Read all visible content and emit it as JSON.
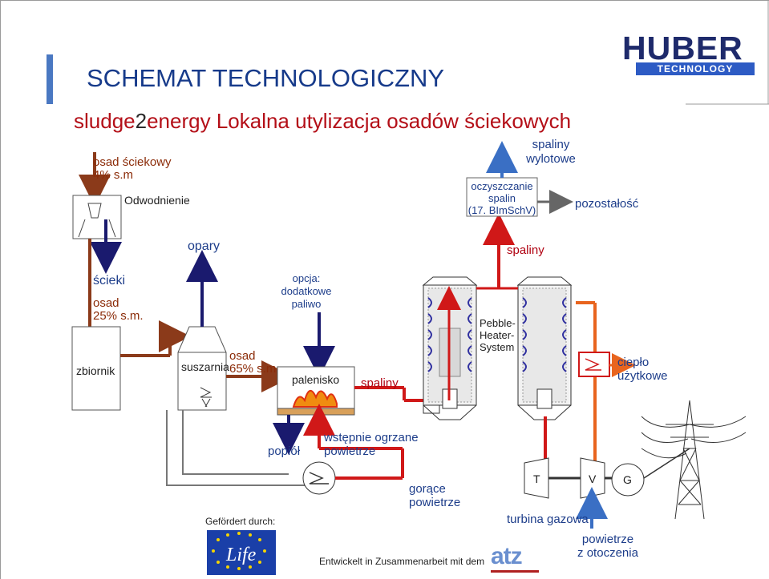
{
  "header": {
    "title": "SCHEMAT TECHNOLOGICZNY",
    "subtitle_prefix": "sludge",
    "subtitle_num": "2",
    "subtitle_rest": "energy Lokalna utylizacja osadów ściekowych"
  },
  "logo": {
    "name": "HUBER",
    "tagline": "TECHNOLOGY"
  },
  "labels": {
    "osad_sciekowy_1": "osad ściekowy",
    "osad_sciekowy_2": "4% s.m",
    "odwodnienie": "Odwodnienie",
    "opary": "opary",
    "scieki": "ścieki",
    "osad25_1": "osad",
    "osad25_2": "25% s.m.",
    "zbiornik": "zbiornik",
    "suszarnia": "suszarnia",
    "osad65_1": "osad",
    "osad65_2": "65% s.m",
    "opcja_1": "opcja:",
    "opcja_2": "dodatkowe",
    "opcja_3": "paliwo",
    "palenisko": "palenisko",
    "spaliny_low": "spaliny",
    "spaliny_top": "spaliny",
    "spaliny_wylotowe_1": "spaliny",
    "spaliny_wylotowe_2": "wylotowe",
    "oczyszczanie_1": "oczyszczanie",
    "oczyszczanie_2": "spalin",
    "oczyszczanie_3": "(17. BImSchV)",
    "pozostalosc": "pozostałość",
    "pebble_1": "Pebble-",
    "pebble_2": "Heater-",
    "pebble_3": "System",
    "cieplo_1": "ciepło",
    "cieplo_2": "użytkowe",
    "popiol": "popiół",
    "wstepnie_1": "wstępnie ogrzane",
    "wstepnie_2": "powietrze",
    "gorace_1": "gorące",
    "gorace_2": "powietrze",
    "turbina_T": "T",
    "turbina_V": "V",
    "generator_G": "G",
    "turbina_gazowa": "turbina gazowa",
    "powietrze_1": "powietrze",
    "powietrze_2": "z otoczenia",
    "gefordert": "Gefördert durch:",
    "entwickelt": "Entwickelt in Zusammenarbeit mit dem",
    "atz": "atz"
  },
  "colors": {
    "brown": "#8b3a1a",
    "navy": "#1a1a6e",
    "red": "#d01818",
    "blue": "#3a6fc4",
    "orange": "#e8641e",
    "grey": "#5a5a5a"
  }
}
